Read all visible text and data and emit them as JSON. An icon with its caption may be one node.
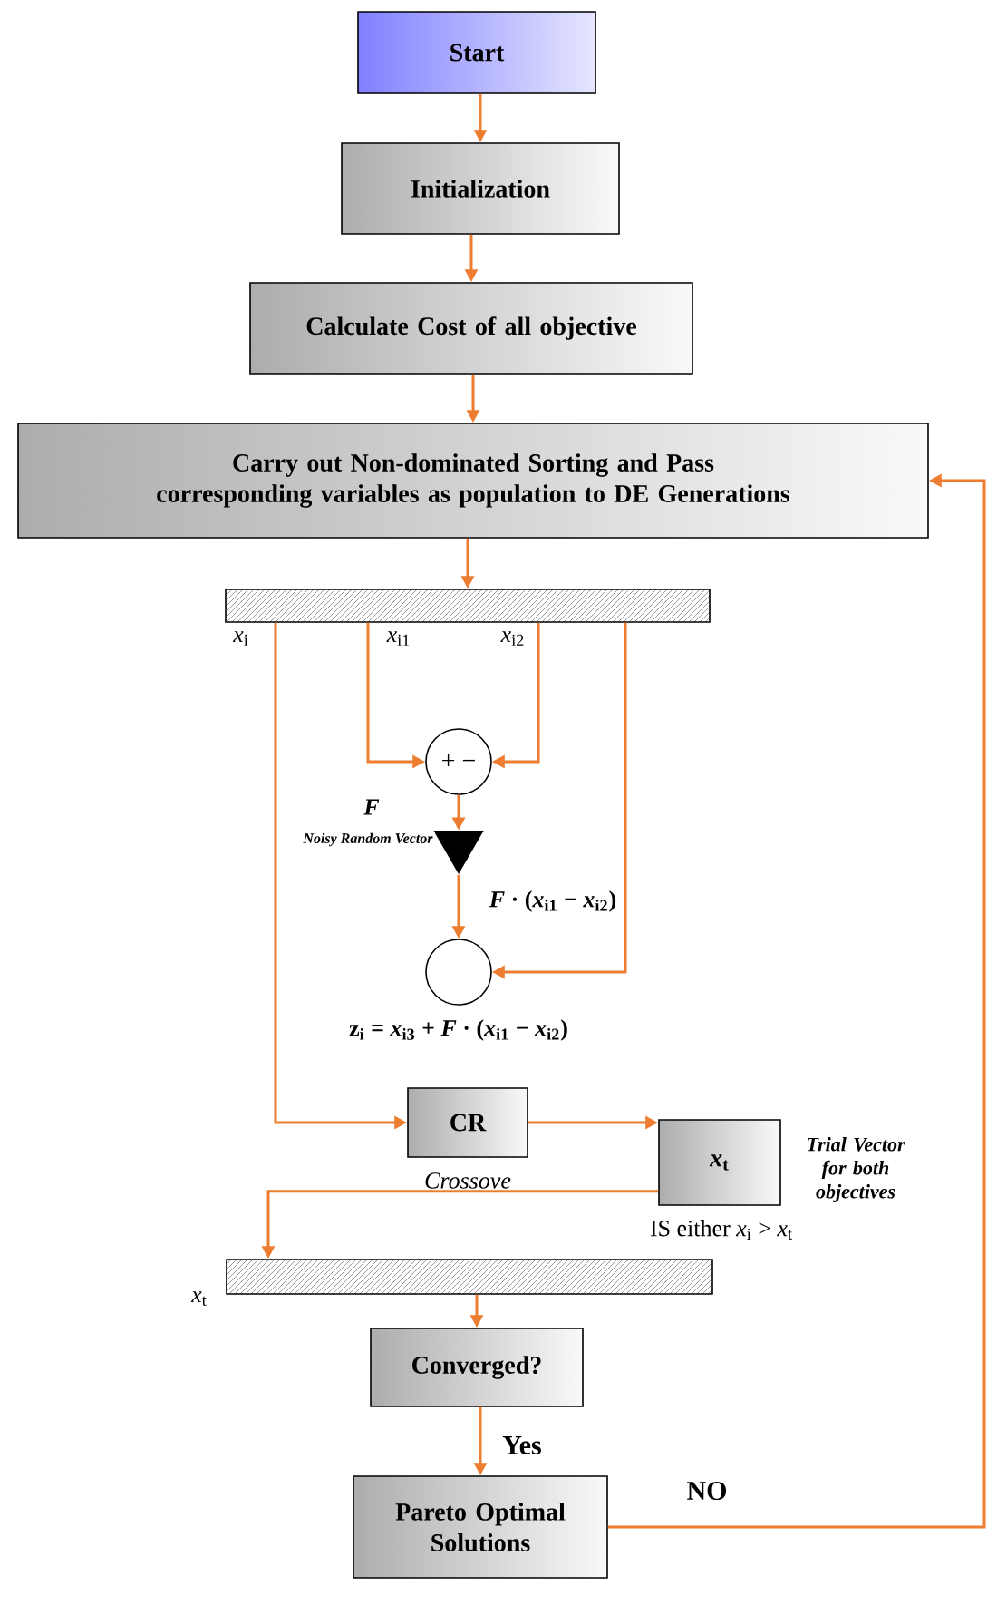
{
  "diagram": {
    "nodes": [
      {
        "text": [
          "Start"
        ]
      },
      {
        "text": [
          "Initialization"
        ]
      },
      {
        "text": [
          "Calculate Cost of all objective"
        ]
      },
      {
        "text": [
          "Carry out Non-dominated Sorting and Pass corresponding variables as population to DE Generations"
        ]
      },
      {
        "text": [],
        "shape": "bar",
        "beside": [
          "*x*$_{i}$",
          "*x*$_{i1}$",
          "*x*$_{i2}$"
        ]
      },
      {
        "text": [
          "+ −"
        ]
      },
      {
        "text": [],
        "shape": "triangle",
        "beside": [
          "*Noisy Random Vector*"
        ]
      },
      {
        "text": [],
        "shape": "circle",
        "beside": [
          "**z**$_{i}$ = *x*$_{i3}$ + *F* · (*x*$_{i1}$ − *x*$_{i2}$)"
        ]
      },
      {
        "text": [
          "CR"
        ],
        "beside": [
          "Crossove"
        ]
      },
      {
        "text": [
          "*x*$_{t}$"
        ],
        "beside": [
          "Trial Vector for both objectives",
          "IS either *x*$_{i}$ > *x*$_{t}$"
        ]
      },
      {
        "text": [],
        "shape": "bar",
        "beside": [
          "*x*$_{t}$"
        ]
      },
      {
        "text": [
          "Converged?"
        ]
      },
      {
        "text": [
          "Pareto Optimal Solutions"
        ]
      }
    ],
    "edges": [
      {
        "from": 0,
        "to": 1,
        "arrow": "to"
      },
      {
        "from": 1,
        "to": 2,
        "arrow": "to"
      },
      {
        "from": 2,
        "to": 3,
        "arrow": "to"
      },
      {
        "from": 3,
        "to": 4,
        "arrow": "to"
      },
      {
        "from": 4,
        "to": 5,
        "arrow": "to"
      },
      {
        "from": 4,
        "to": 5,
        "arrow": "to"
      },
      {
        "from": 5,
        "to": 6,
        "arrow": "to"
      },
      {
        "from": 6,
        "to": 7,
        "arrow": "to",
        "label": "*F* · (*x*$_{i1}$ − *x*$_{i2}$)"
      },
      {
        "from": 4,
        "to": 7,
        "arrow": "to"
      },
      {
        "from": 4,
        "to": 8,
        "arrow": "to"
      },
      {
        "from": 8,
        "to": 9,
        "arrow": "to"
      },
      {
        "from": 9,
        "to": 10,
        "arrow": "to"
      },
      {
        "from": 10,
        "to": 11,
        "arrow": "to"
      },
      {
        "from": 11,
        "to": 12,
        "arrow": "to",
        "label": "Yes"
      },
      {
        "from": 12,
        "to": 3,
        "arrow": "to",
        "label": "NO"
      }
    ],
    "labels": [
      "*F*"
    ]
  }
}
